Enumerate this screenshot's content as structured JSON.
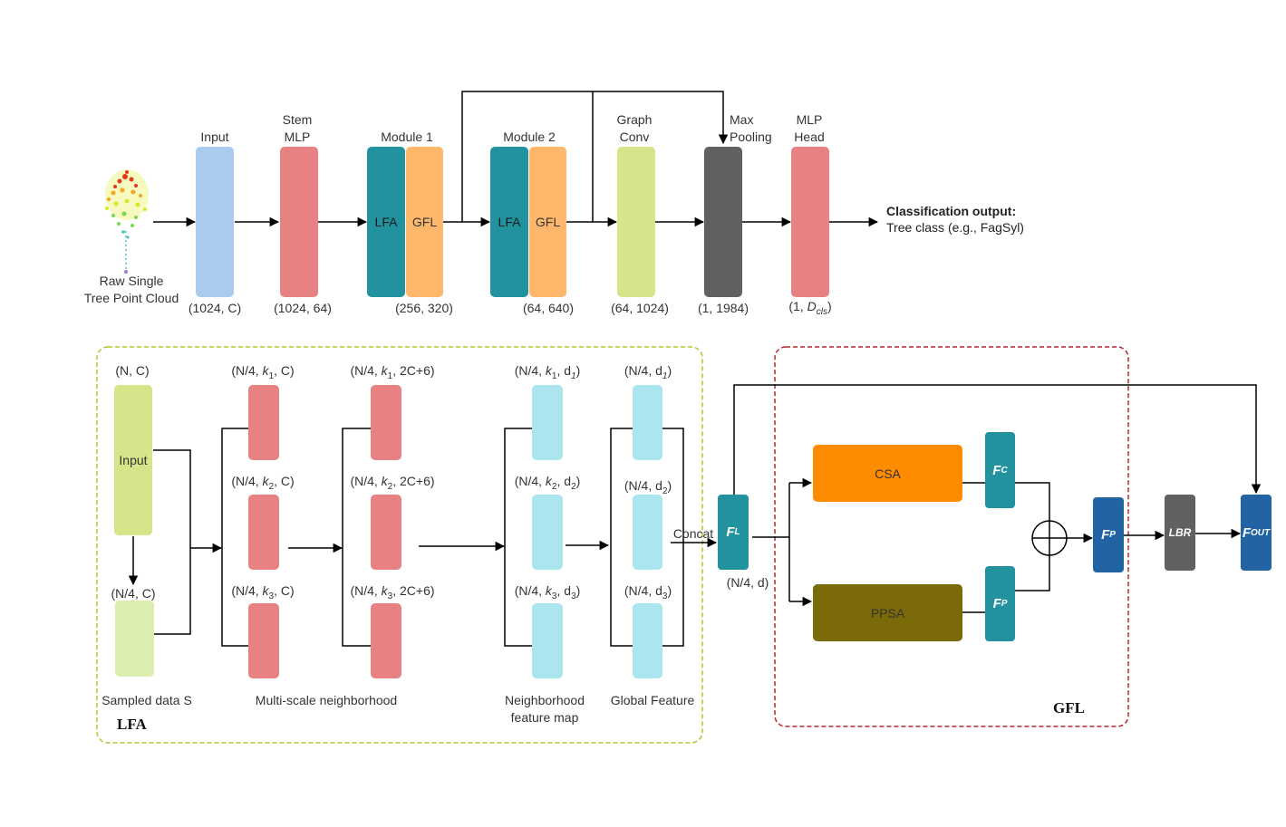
{
  "top_pipeline": {
    "raw_label_line1": "Raw Single",
    "raw_label_line2": "Tree Point Cloud",
    "input_label": "Input",
    "input_shape": "(1024, C)",
    "stem_label_line1": "Stem",
    "stem_label_line2": "MLP",
    "stem_shape": "(1024, 64)",
    "module1_label": "Module 1",
    "module1_shape": "(256, 320)",
    "module2_label": "Module 2",
    "module2_shape": "(64, 640)",
    "lfa_text": "LFA",
    "gfl_text": "GFL",
    "graph_label_line1": "Graph",
    "graph_label_line2": "Conv",
    "graph_shape": "(64, 1024)",
    "maxpool_label_line1": "Max",
    "maxpool_label_line2": "Pooling",
    "maxpool_shape": "(1, 1984)",
    "mlphead_label_line1": "MLP",
    "mlphead_label_line2": "Head",
    "mlphead_shape_prefix": "(1, ",
    "mlphead_shape_var": "D",
    "mlphead_shape_sub": "cls",
    "mlphead_shape_suffix": ")",
    "output_title": "Classification output:",
    "output_sub": "Tree class (e.g., FagSyl)"
  },
  "lfa": {
    "title": "LFA",
    "input_shape": "(N, C)",
    "input_box": "Input",
    "sampled_shape": "(N/4, C)",
    "sampled_label": "Sampled data S",
    "ms_label": "Multi-scale neighborhood",
    "nfm_label_line1": "Neighborhood",
    "nfm_label_line2": "feature map",
    "gf_label": "Global Feature",
    "concat": "Concat",
    "fl_shape": "(N/4, d)",
    "k1": "1",
    "k2": "2",
    "k3": "3",
    "d1": "1",
    "d2": "2",
    "d3": "3"
  },
  "gfl": {
    "title": "GFL",
    "csa": "CSA",
    "ppsa": "PPSA",
    "lbr": "LBR"
  },
  "colors": {
    "input_blue": "#aacbee",
    "stem_red": "#e88282",
    "lfa_teal": "#21929e",
    "gfl_orange": "#ffb86b",
    "graph_green": "#d4e58a",
    "maxpool_gray": "#616161",
    "lfa_border": "#a8cc2e",
    "gfl_border": "#b22a2a",
    "csa_orange": "#ff8c00",
    "ppsa_olive": "#7a6a08",
    "fp_blue": "#2163a3",
    "cyan_box": "#abe6ee",
    "pale_green": "#dcedb0"
  }
}
